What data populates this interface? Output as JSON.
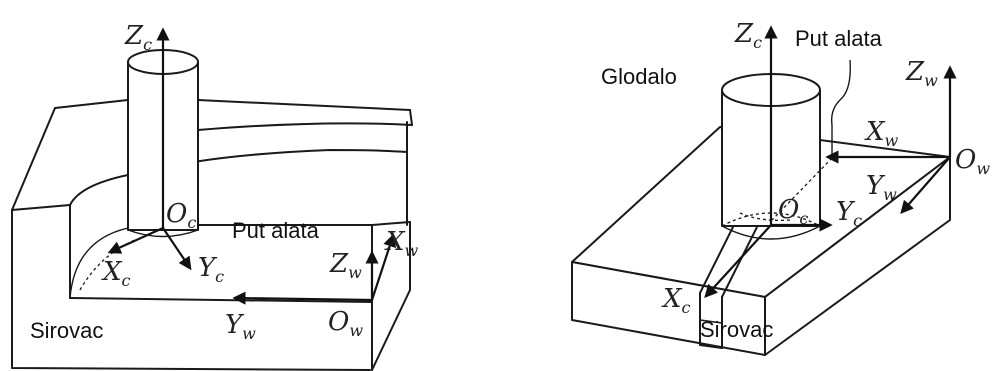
{
  "left_figure": {
    "labels": {
      "tool_path": "Put alata",
      "workpiece": "Sirovac"
    },
    "axes": {
      "zc": {
        "sym": "Z",
        "sub": "c"
      },
      "oc": {
        "sym": "O",
        "sub": "c"
      },
      "xc": {
        "sym": "X",
        "sub": "c"
      },
      "yc": {
        "sym": "Y",
        "sub": "c"
      },
      "zw": {
        "sym": "Z",
        "sub": "w"
      },
      "xw": {
        "sym": "X",
        "sub": "w"
      },
      "yw": {
        "sym": "Y",
        "sub": "w"
      },
      "ow": {
        "sym": "O",
        "sub": "w"
      }
    }
  },
  "right_figure": {
    "labels": {
      "milling_tool": "Glodalo",
      "tool_path": "Put alata",
      "workpiece": "Sirovac"
    },
    "axes": {
      "zc": {
        "sym": "Z",
        "sub": "c"
      },
      "zw": {
        "sym": "Z",
        "sub": "w"
      },
      "xw": {
        "sym": "X",
        "sub": "w"
      },
      "ow": {
        "sym": "O",
        "sub": "w"
      },
      "yw": {
        "sym": "Y",
        "sub": "w"
      },
      "oc": {
        "sym": "O",
        "sub": "c"
      },
      "yc": {
        "sym": "Y",
        "sub": "c"
      },
      "xc": {
        "sym": "X",
        "sub": "c"
      }
    }
  }
}
